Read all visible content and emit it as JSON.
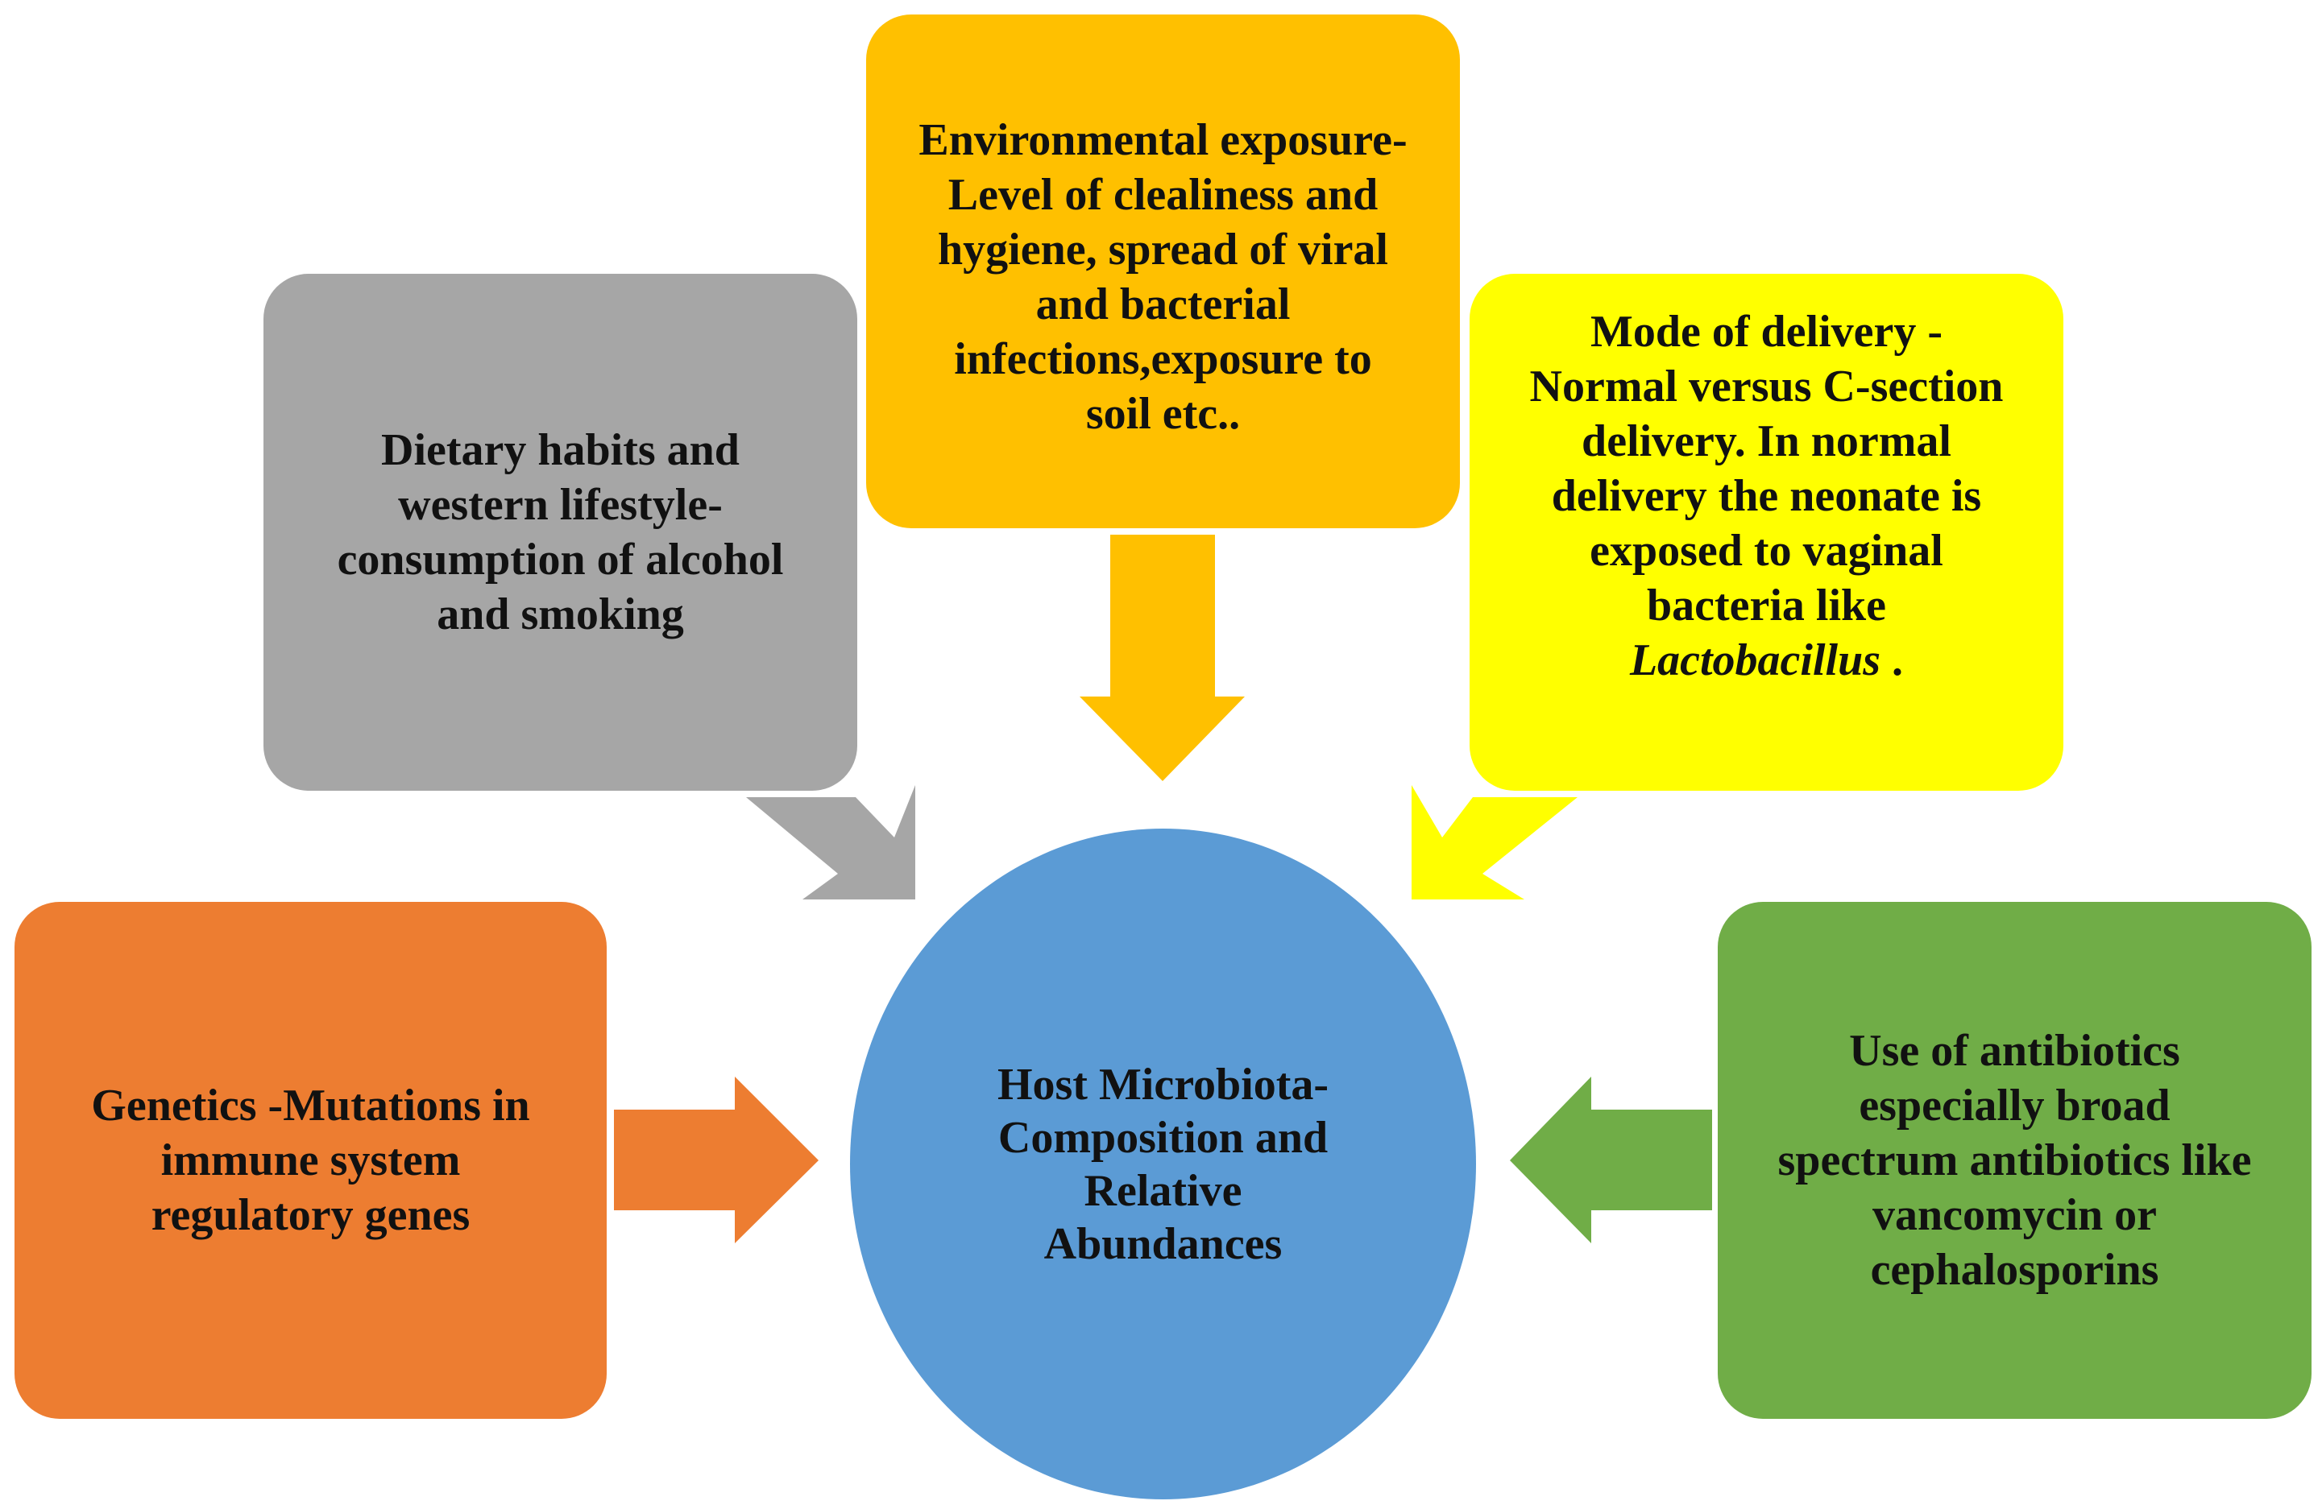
{
  "colors": {
    "environment": "#ffc000",
    "dietary": "#a6a6a6",
    "mode_of_delivery": "#ffff00",
    "genetics": "#ed7d31",
    "antibiotics": "#70ad47",
    "center": "#5b9bd5"
  },
  "center": {
    "lines": [
      "Host Microbiota-",
      "Composition and",
      "Relative",
      "Abundances"
    ]
  },
  "factors": {
    "environment": {
      "lines": [
        "Environmental exposure-",
        "Level of clealiness and",
        "hygiene, spread of viral",
        "and bacterial",
        "infections,exposure to",
        "soil etc.."
      ]
    },
    "dietary": {
      "lines": [
        "Dietary habits and",
        "western lifestyle-",
        "consumption of alcohol",
        "and smoking"
      ]
    },
    "mode_of_delivery": {
      "lines": [
        "Mode of delivery -",
        "Normal versus C-section",
        "delivery. In normal",
        "delivery the neonate is",
        "exposed to vaginal",
        "bacteria like"
      ],
      "italic_term": "Lactobacillus",
      "trailing": " ."
    },
    "genetics": {
      "lines": [
        "Genetics -Mutations in",
        "immune system",
        "regulatory genes"
      ]
    },
    "antibiotics": {
      "lines": [
        "Use of antibiotics",
        "especially broad",
        "spectrum antibiotics like",
        "vancomycin or",
        "cephalosporins"
      ]
    }
  }
}
